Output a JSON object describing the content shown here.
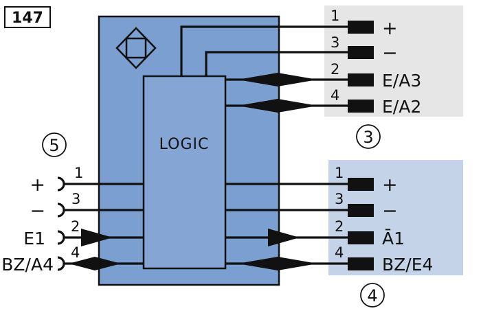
{
  "figure_number": "147",
  "logic_label": "LOGIC",
  "left_connector": {
    "callout": "5",
    "pins": [
      {
        "signal": "+",
        "pin": "1"
      },
      {
        "signal": "−",
        "pin": "3"
      },
      {
        "signal": "E1",
        "pin": "2"
      },
      {
        "signal": "BZ/A4",
        "pin": "4"
      }
    ]
  },
  "right_top_connector": {
    "callout": "3",
    "panel_color": "#e6e6e6",
    "pins": [
      {
        "pin": "1",
        "signal": "+"
      },
      {
        "pin": "3",
        "signal": "−"
      },
      {
        "pin": "2",
        "signal": "E/A3"
      },
      {
        "pin": "4",
        "signal": "E/A2"
      }
    ]
  },
  "right_bottom_connector": {
    "callout": "4",
    "panel_color": "#c5d3e8",
    "pins": [
      {
        "pin": "1",
        "signal": "+"
      },
      {
        "pin": "3",
        "signal": "−"
      },
      {
        "pin": "2",
        "signal": "Ā1"
      },
      {
        "pin": "4",
        "signal": "BZ/E4"
      }
    ]
  },
  "colors": {
    "body": "#7b9fd0",
    "logic": "#85a6d4",
    "line": "#111111"
  },
  "icons": [
    "inductive-sensor-diamond-icon"
  ]
}
